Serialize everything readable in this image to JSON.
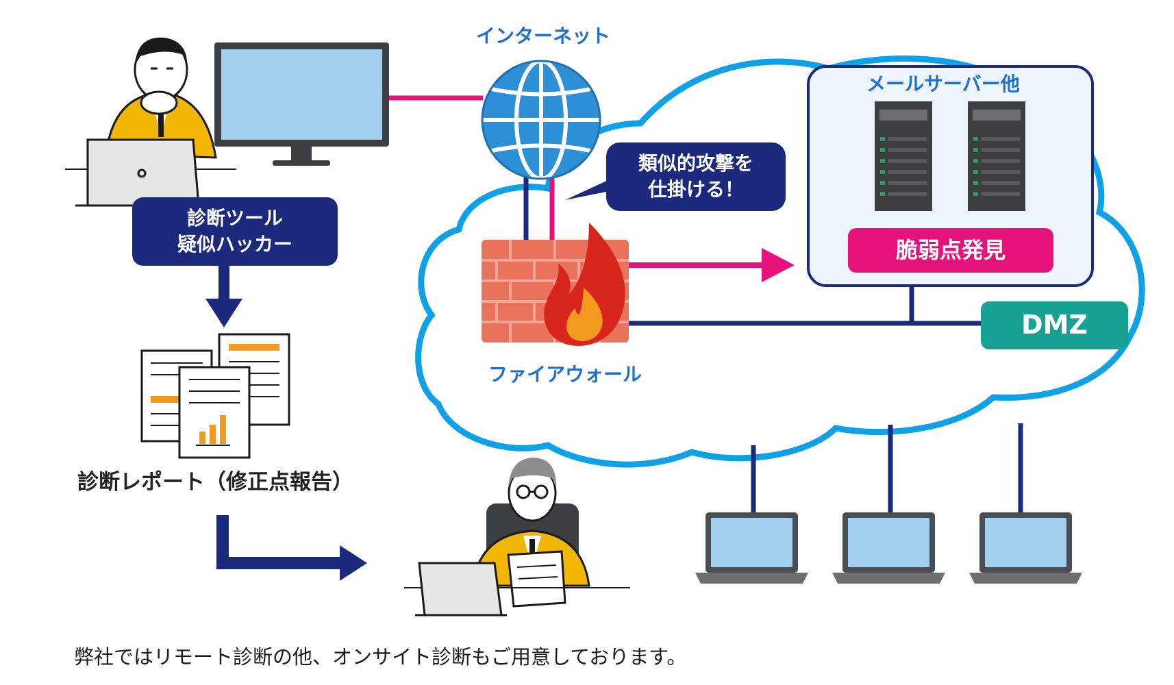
{
  "labels": {
    "internet": "インターネット",
    "mail_server": "メールサーバー他",
    "attack_bubble": [
      "類似的攻撃を",
      "仕掛ける！"
    ],
    "tool_box": [
      "診断ツール",
      "疑似ハッカー"
    ],
    "vulnerability": "脆弱点発見",
    "dmz": "DMZ",
    "firewall": "ファイアウォール",
    "report": "診断レポート（修正点報告）"
  },
  "footer": "弊社ではリモート診断の他、オンサイト診断もご用意しております。",
  "colors": {
    "navy": "#1b2a7c",
    "magenta": "#e6127c",
    "sky": "#0ea1e6",
    "teal": "#18a193",
    "orange": "#f29a1f",
    "brick": "#e8725b",
    "jacket": "#f2b705",
    "server": "#3c3f42",
    "screen": "#a3cfee"
  },
  "icons": [
    "hacker-person-icon",
    "desktop-monitor-icon",
    "globe-icon",
    "firewall-icon",
    "server-rack-icon",
    "laptop-icon",
    "report-document-icon",
    "manager-person-icon"
  ]
}
